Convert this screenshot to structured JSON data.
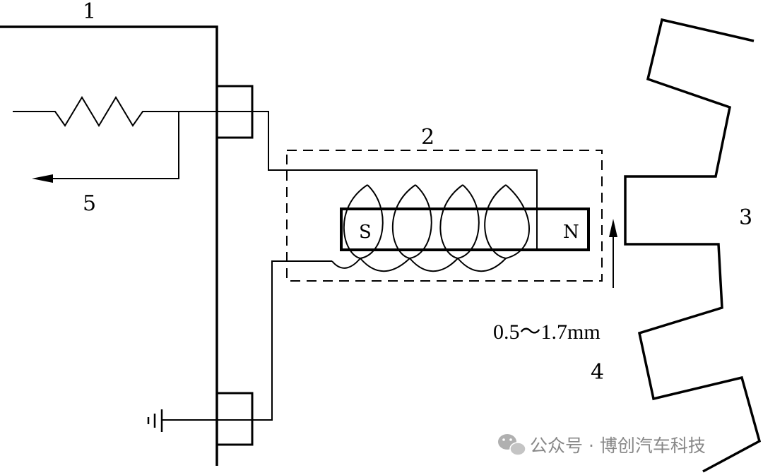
{
  "labels": {
    "frame": "1",
    "sensor": "2",
    "rotor": "3",
    "gap": "4",
    "output": "5"
  },
  "poles": {
    "south": "S",
    "north": "N"
  },
  "gap_text": "0.5～1.7mm",
  "watermark": {
    "text": "公众号 · 博创汽车科技",
    "icon": "wechat-icon"
  },
  "colors": {
    "line": "#000000",
    "watermark": "#888888"
  }
}
